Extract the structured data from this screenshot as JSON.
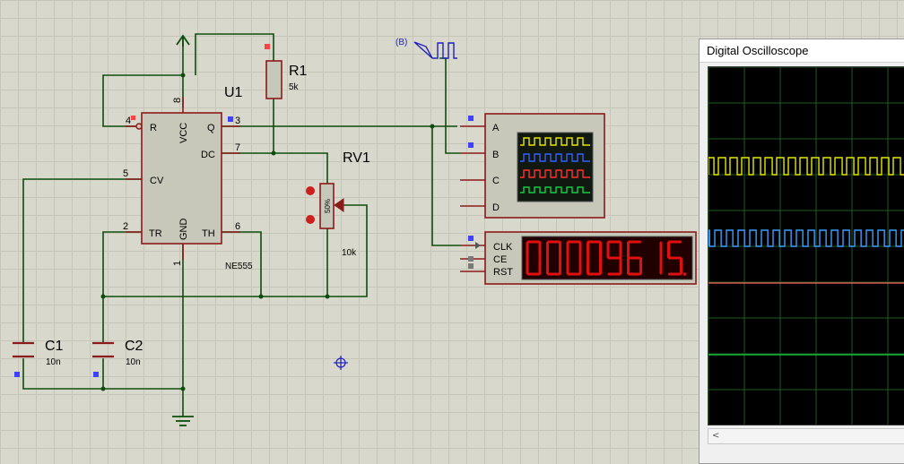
{
  "colors": {
    "wire": "#0d4d0d",
    "component": "#8b1a1a",
    "ic_fill": "#c8c8ba",
    "counter_digits": "#e01010",
    "trace_a": "#e6e600",
    "trace_b": "#3aa0ff",
    "trace_c": "#ff6060",
    "trace_d": "#10d040"
  },
  "timer": {
    "ref": "U1",
    "part": "NE555",
    "pins": {
      "r": "R",
      "vcc": "VCC",
      "q": "Q",
      "dc": "DC",
      "cv": "CV",
      "tr": "TR",
      "gnd": "GND",
      "th": "TH"
    },
    "pin_numbers": {
      "r": "4",
      "vcc": "8",
      "q": "3",
      "dc": "7",
      "cv": "5",
      "tr": "2",
      "gnd": "1",
      "th": "6"
    }
  },
  "r1": {
    "ref": "R1",
    "value": "5k"
  },
  "rv1": {
    "ref": "RV1",
    "value": "10k",
    "setting": "50%"
  },
  "c1": {
    "ref": "C1",
    "value": "10n"
  },
  "c2": {
    "ref": "C2",
    "value": "10n"
  },
  "generator": {
    "label": "(B)"
  },
  "scope_instrument": {
    "channels": [
      "A",
      "B",
      "C",
      "D"
    ]
  },
  "counter": {
    "pins": [
      "CLK",
      "CE",
      "RST"
    ],
    "display": "00009615",
    "decimal_point_after_digit": 8
  },
  "oscilloscope_window": {
    "title": "Digital Oscilloscope",
    "scroll_left_icon": "<"
  }
}
